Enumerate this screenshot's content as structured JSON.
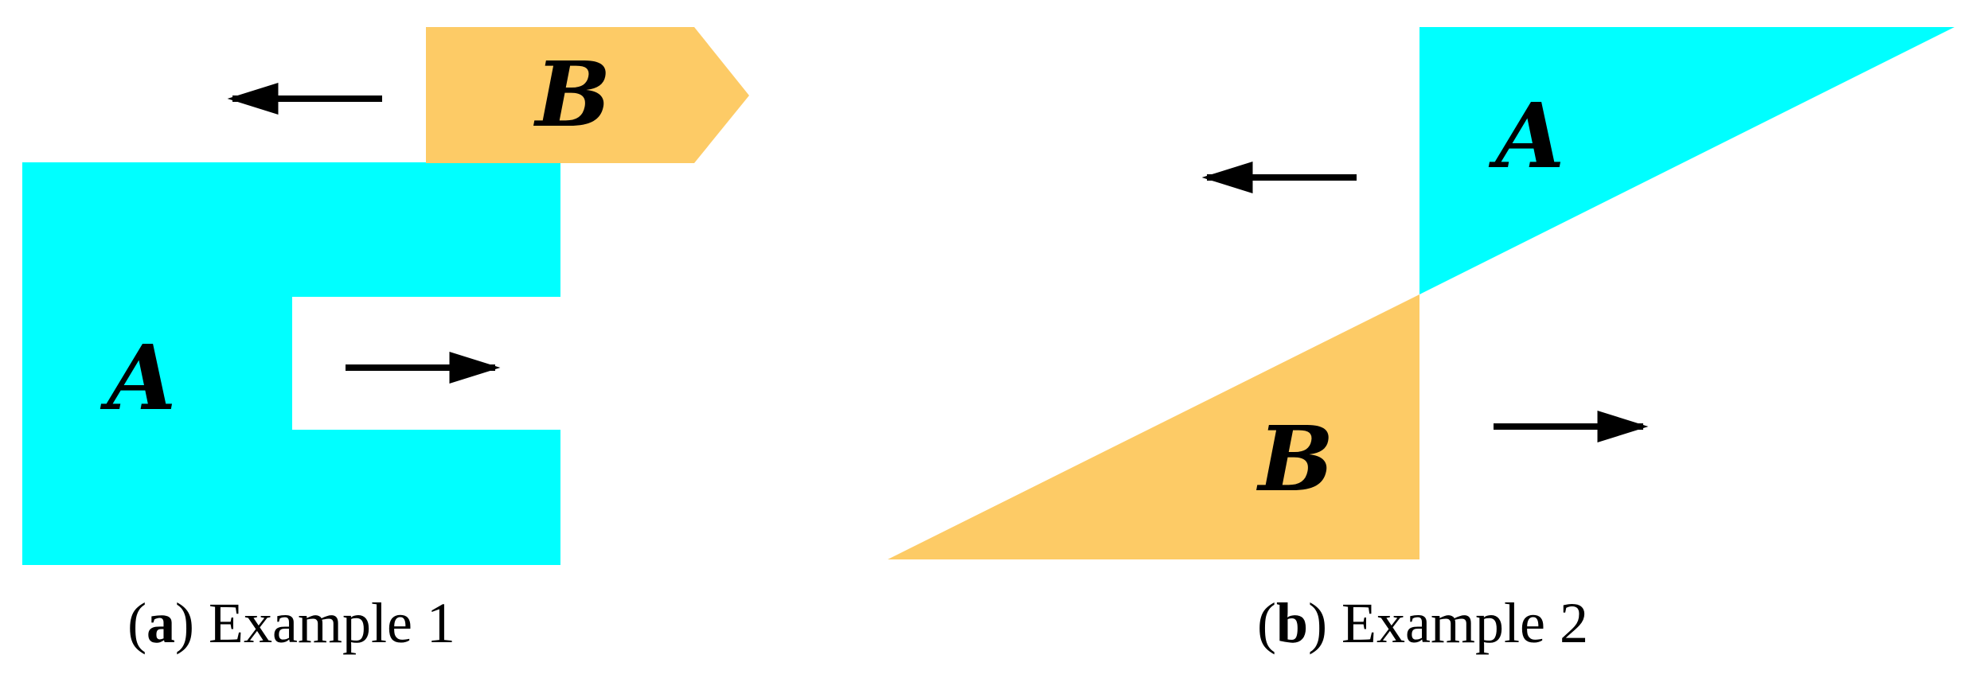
{
  "colors": {
    "shape_a": "#00ffff",
    "shape_b": "#fdcb66",
    "arrow": "#000000",
    "background": "#ffffff"
  },
  "panel_a": {
    "label_a": "A",
    "label_b": "B",
    "caption": {
      "open_paren": "(",
      "letter": "a",
      "close_paren": ")",
      "text": " Example 1"
    }
  },
  "panel_b": {
    "label_a": "A",
    "label_b": "B",
    "caption": {
      "open_paren": "(",
      "letter": "b",
      "close_paren": ")",
      "text": " Example 2"
    }
  }
}
